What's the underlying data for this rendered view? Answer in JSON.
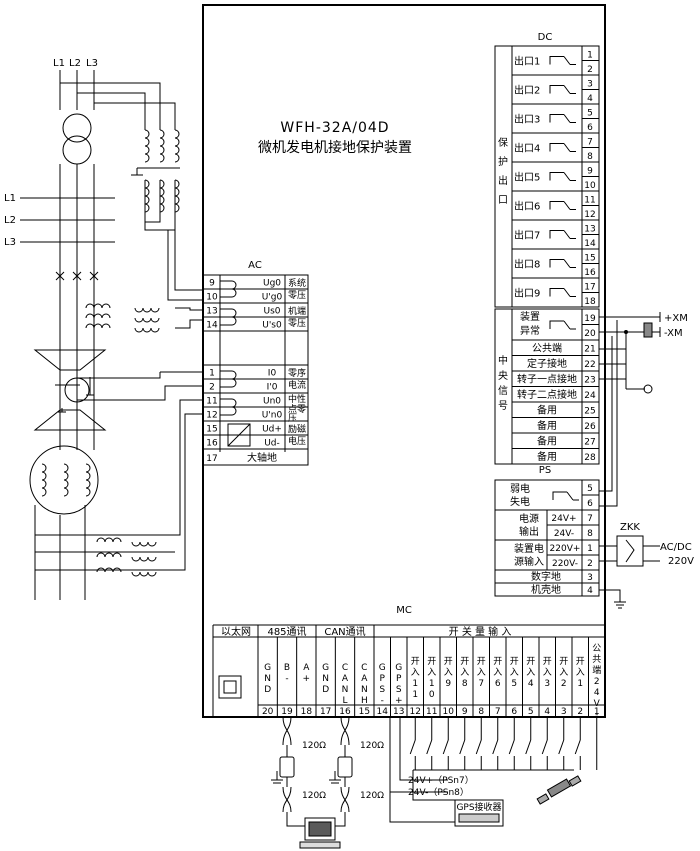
{
  "device": {
    "model": "WFH-32A/04D",
    "name": "微机发电机接地保护装置"
  },
  "phases": [
    "L1",
    "L2",
    "L3"
  ],
  "bus_labels": [
    "L1",
    "L2",
    "L3"
  ],
  "dc": {
    "title": "DC",
    "group_label": "保护出口",
    "outputs": [
      {
        "label": "出口1",
        "t": [
          "1",
          "2"
        ]
      },
      {
        "label": "出口2",
        "t": [
          "3",
          "4"
        ]
      },
      {
        "label": "出口3",
        "t": [
          "5",
          "6"
        ]
      },
      {
        "label": "出口4",
        "t": [
          "7",
          "8"
        ]
      },
      {
        "label": "出口5",
        "t": [
          "9",
          "10"
        ]
      },
      {
        "label": "出口6",
        "t": [
          "11",
          "12"
        ]
      },
      {
        "label": "出口7",
        "t": [
          "13",
          "14"
        ]
      },
      {
        "label": "出口8",
        "t": [
          "15",
          "16"
        ]
      },
      {
        "label": "出口9",
        "t": [
          "17",
          "18"
        ]
      }
    ],
    "central_label": "中央信号",
    "fault": {
      "label": "装置异常",
      "t": [
        "19",
        "20"
      ]
    },
    "signals": [
      {
        "label": "公共端",
        "t": "21"
      },
      {
        "label": "定子接地",
        "t": "22"
      },
      {
        "label": "转子一点接地",
        "t": "23"
      },
      {
        "label": "转子二点接地",
        "t": "24"
      },
      {
        "label": "备用",
        "t": "25"
      },
      {
        "label": "备用",
        "t": "26"
      },
      {
        "label": "备用",
        "t": "27"
      },
      {
        "label": "备用",
        "t": "28"
      }
    ],
    "xm_plus": "+XM",
    "xm_minus": "-XM"
  },
  "ac": {
    "title": "AC",
    "rows": [
      {
        "t": "9",
        "sig": "Ug0"
      },
      {
        "t": "10",
        "sig": "U'g0"
      },
      {
        "t": "13",
        "sig": "Us0"
      },
      {
        "t": "14",
        "sig": "U's0"
      },
      {
        "t": "1",
        "sig": "I0"
      },
      {
        "t": "2",
        "sig": "I'0"
      },
      {
        "t": "11",
        "sig": "Un0"
      },
      {
        "t": "12",
        "sig": "U'n0"
      },
      {
        "t": "15",
        "sig": "Ud+"
      },
      {
        "t": "16",
        "sig": "Ud-"
      }
    ],
    "bottom_t": "17",
    "bottom_label": "大轴地",
    "groups": [
      "系统零压",
      "机端零压",
      "零序电流",
      "中性点零压",
      "励磁电压"
    ]
  },
  "ps": {
    "title": "PS",
    "rows": [
      {
        "label": "弱电失电",
        "v": "",
        "t": [
          "5",
          "6"
        ]
      },
      {
        "label": "电源输出",
        "v": [
          "24V+",
          "24V-"
        ],
        "t": [
          "7",
          "8"
        ]
      },
      {
        "label": "装置电源输入",
        "v": [
          "220V+",
          "220V-"
        ],
        "t": [
          "1",
          "2"
        ]
      }
    ],
    "digital_ground": "数字地",
    "case_ground": "机壳地",
    "gnd_t": [
      "3",
      "4"
    ],
    "zkk": "ZKK",
    "acdc": "AC/DC",
    "v220": "220V"
  },
  "mc": {
    "title": "MC",
    "ethernet": "以太网",
    "rs485": "485通讯",
    "can": "CAN通讯",
    "binary_input": "开关量输入",
    "rs485_cols": [
      {
        "n": "GND",
        "t": "20"
      },
      {
        "n": "B-",
        "t": "19"
      },
      {
        "n": "A+",
        "t": "18"
      }
    ],
    "can_cols": [
      {
        "n": "GND",
        "t": "17"
      },
      {
        "n": "CANL",
        "t": "16"
      },
      {
        "n": "CANH",
        "t": "15"
      }
    ],
    "gps_cols": [
      {
        "n": "GPS-",
        "t": "14"
      },
      {
        "n": "GPS+",
        "t": "13"
      }
    ],
    "bi_cols": [
      {
        "n": "开入11",
        "t": "12"
      },
      {
        "n": "开入10",
        "t": "11"
      },
      {
        "n": "开入9",
        "t": "10"
      },
      {
        "n": "开入8",
        "t": "9"
      },
      {
        "n": "开入7",
        "t": "8"
      },
      {
        "n": "开入6",
        "t": "7"
      },
      {
        "n": "开入5",
        "t": "6"
      },
      {
        "n": "开入4",
        "t": "5"
      },
      {
        "n": "开入3",
        "t": "4"
      },
      {
        "n": "开入2",
        "t": "3"
      },
      {
        "n": "开入1",
        "t": "2"
      },
      {
        "n": "公共端24V-",
        "t": "1"
      }
    ],
    "res": "120Ω",
    "psn7": "24V+（PSn7）",
    "psn8": "24V-（PSn8）",
    "gps_receiver": "GPS接收器"
  }
}
